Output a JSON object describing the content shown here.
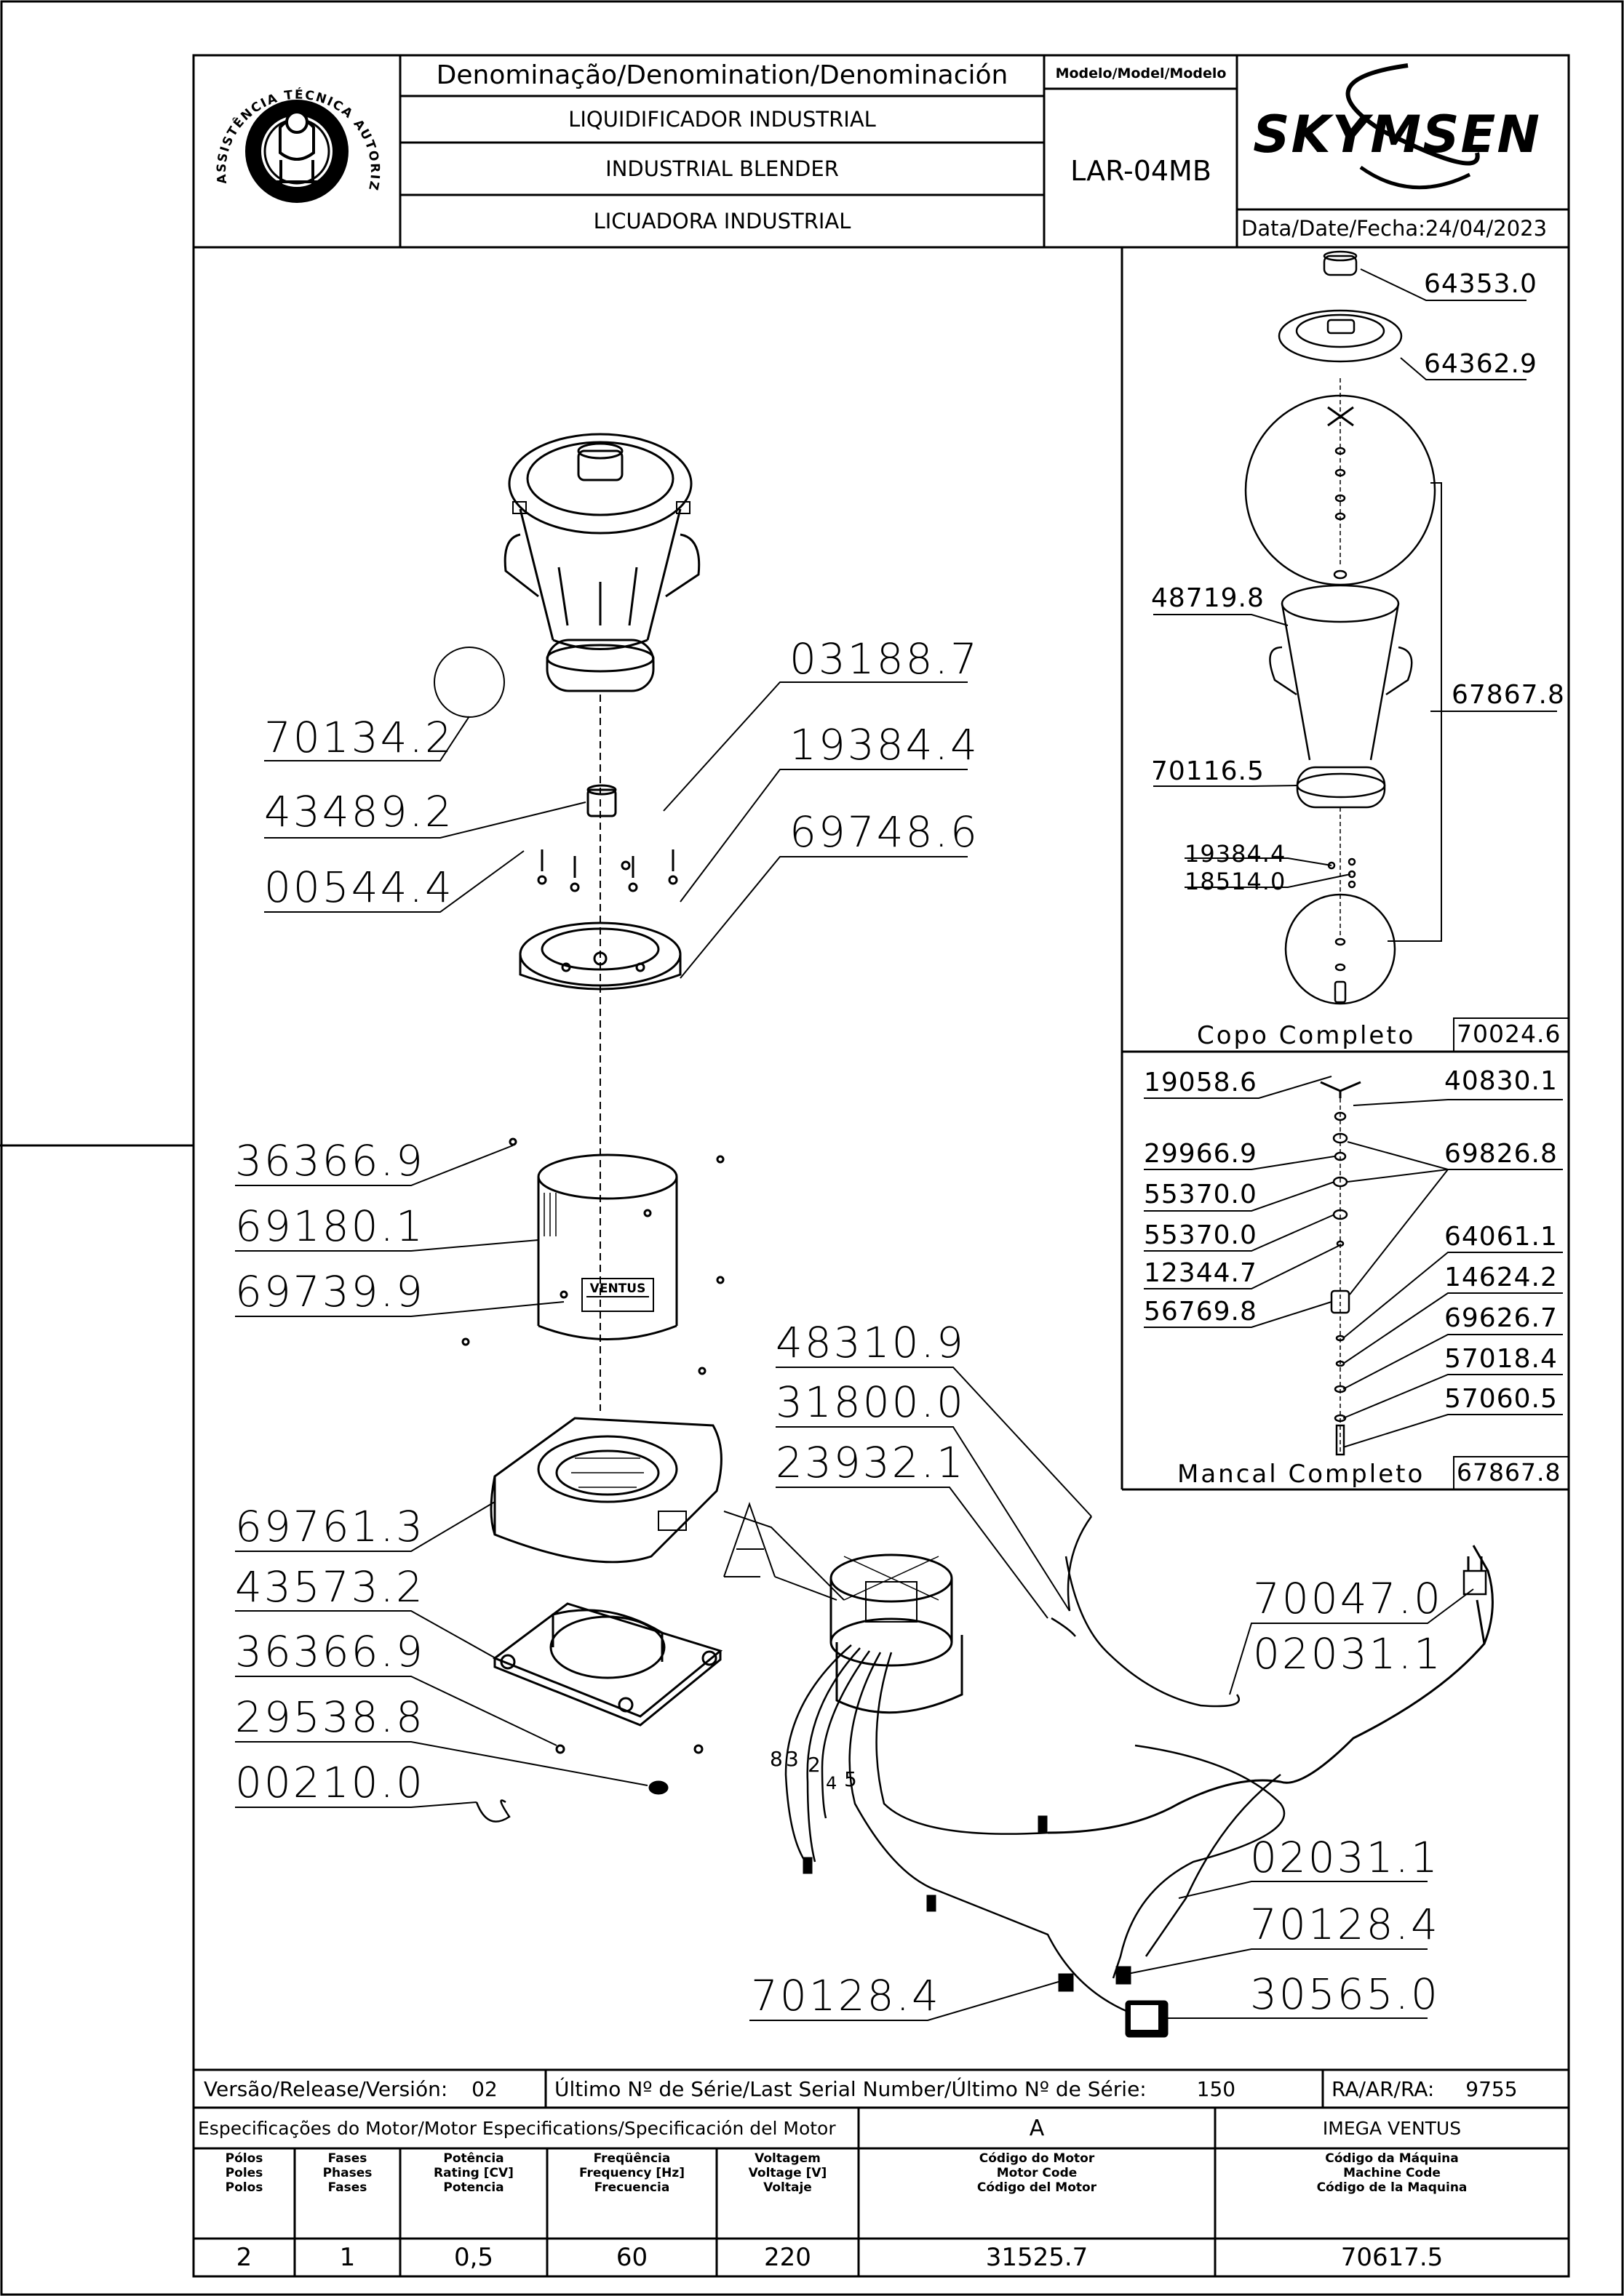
{
  "header": {
    "seal_text": "ASSISTÊNCIA TÉCNICA AUTORIZADA",
    "denomination_label": "Denominação/Denomination/Denominación",
    "model_label": "Modelo/Model/Modelo",
    "names": [
      "LIQUIDIFICADOR INDUSTRIAL",
      "INDUSTRIAL BLENDER",
      "LICUADORA INDUSTRIAL"
    ],
    "model": "LAR-04MB",
    "brand": "SKYMSEN",
    "date_label": "Data/Date/Fecha:",
    "date": "24/04/2023"
  },
  "callouts_main": [
    "70134.2",
    "43489.2",
    "00544.4",
    "03188.7",
    "19384.4",
    "69748.6",
    "36366.9",
    "69180.1",
    "69739.9",
    "69761.3",
    "43573.2",
    "36366.9",
    "29538.8",
    "00210.0",
    "48310.9",
    "31800.0",
    "23932.1",
    "A",
    "70047.0",
    "02031.1",
    "02031.1",
    "70128.4",
    "30565.0",
    "70128.4"
  ],
  "copo": {
    "callouts": [
      "64353.0",
      "64362.9",
      "48719.8",
      "67867.8",
      "70116.5",
      "19384.4",
      "18514.0"
    ],
    "label": "Copo Completo",
    "code": "70024.6"
  },
  "mancal": {
    "callouts": [
      "19058.6",
      "40830.1",
      "29966.9",
      "69826.8",
      "55370.0",
      "55370.0",
      "64061.1",
      "12344.7",
      "14624.2",
      "56769.8",
      "69626.7",
      "57018.4",
      "57060.5"
    ],
    "label": "Mancal Completo",
    "code": "67867.8"
  },
  "motor_wire_numbers": [
    "8",
    "3",
    "2",
    "4",
    "5"
  ],
  "badge_text": "VENTUS",
  "footer": {
    "version_label": "Versão/Release/Versión:",
    "version": "02",
    "serial_label": "Último Nº de Série/Last Serial Number/Último Nº de Série:",
    "serial": "150",
    "ra_label": "RA/AR/RA:",
    "ra": "9755",
    "spec_title": "Especificações do Motor/Motor Especifications/Specificación del Motor",
    "motor_letter": "A",
    "motor_brand": "IMEGA VENTUS",
    "col_heads": [
      [
        "Pólos",
        "Poles",
        "Polos"
      ],
      [
        "Fases",
        "Phases",
        "Fases"
      ],
      [
        "Potência",
        "Rating [CV]",
        "Potencia"
      ],
      [
        "Freqüência",
        "Frequency [Hz]",
        "Frecuencia"
      ],
      [
        "Voltagem",
        "Voltage [V]",
        "Voltaje"
      ],
      [
        "Código do Motor",
        "Motor Code",
        "Código del Motor"
      ],
      [
        "Código da Máquina",
        "Machine Code",
        "Código de la Maquina"
      ]
    ],
    "values": [
      "2",
      "1",
      "0,5",
      "60",
      "220",
      "31525.7",
      "70617.5"
    ]
  }
}
